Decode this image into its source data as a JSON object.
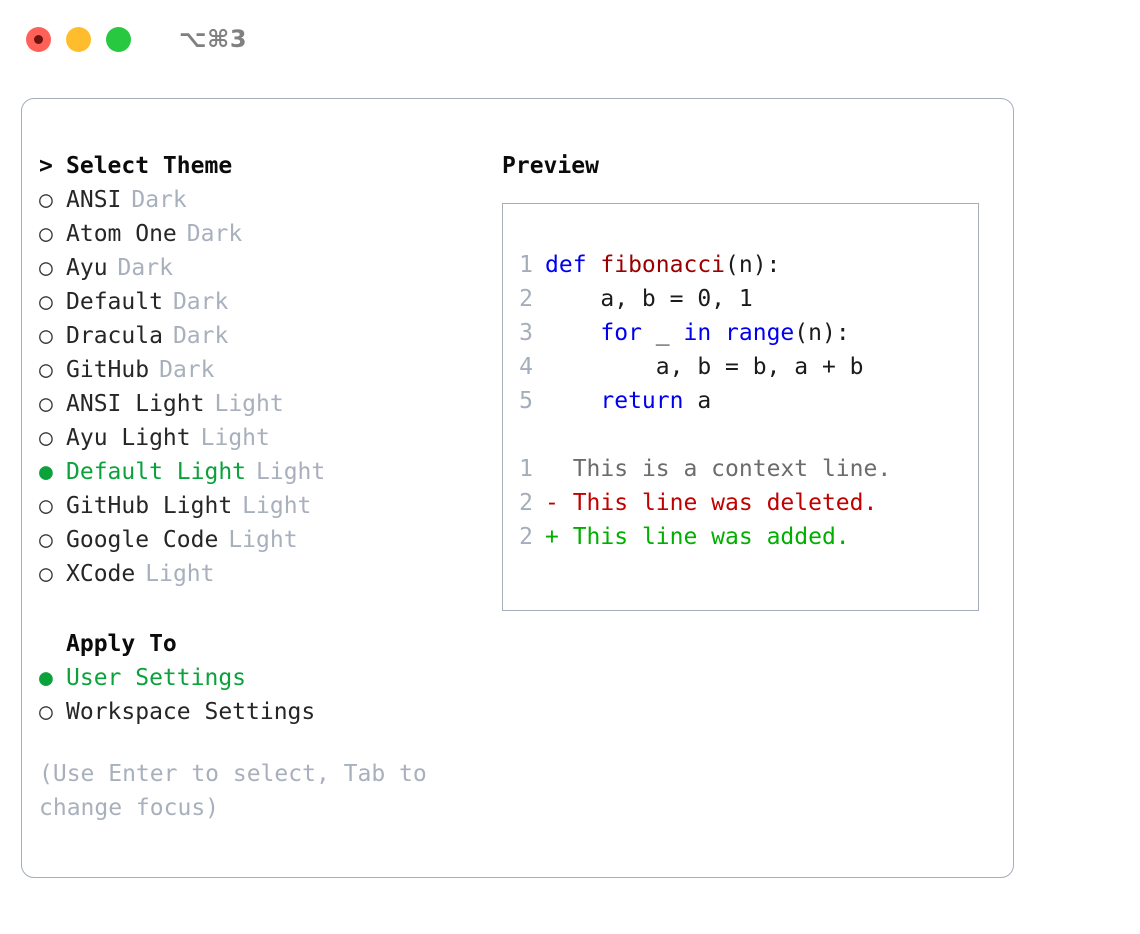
{
  "titlebar": {
    "shortcut": "⌥⌘3",
    "dots": [
      {
        "name": "close",
        "color": "#ff6159"
      },
      {
        "name": "minimize",
        "color": "#ffbd2e"
      },
      {
        "name": "maximize",
        "color": "#28c840"
      }
    ]
  },
  "theme_section": {
    "prefix": ">",
    "header": "Select Theme",
    "items": [
      {
        "bullet": "○",
        "name": "ANSI",
        "mode": "Dark",
        "selected": false
      },
      {
        "bullet": "○",
        "name": "Atom One",
        "mode": "Dark",
        "selected": false
      },
      {
        "bullet": "○",
        "name": "Ayu",
        "mode": "Dark",
        "selected": false
      },
      {
        "bullet": "○",
        "name": "Default",
        "mode": "Dark",
        "selected": false
      },
      {
        "bullet": "○",
        "name": "Dracula",
        "mode": "Dark",
        "selected": false
      },
      {
        "bullet": "○",
        "name": "GitHub",
        "mode": "Dark",
        "selected": false
      },
      {
        "bullet": "○",
        "name": "ANSI Light",
        "mode": "Light",
        "selected": false
      },
      {
        "bullet": "○",
        "name": "Ayu Light",
        "mode": "Light",
        "selected": false
      },
      {
        "bullet": "●",
        "name": "Default Light",
        "mode": "Light",
        "selected": true
      },
      {
        "bullet": "○",
        "name": "GitHub Light",
        "mode": "Light",
        "selected": false
      },
      {
        "bullet": "○",
        "name": "Google Code",
        "mode": "Light",
        "selected": false
      },
      {
        "bullet": "○",
        "name": "XCode",
        "mode": "Light",
        "selected": false
      }
    ]
  },
  "apply_section": {
    "header": "Apply To",
    "items": [
      {
        "bullet": "●",
        "name": "User Settings",
        "selected": true
      },
      {
        "bullet": "○",
        "name": "Workspace Settings",
        "selected": false
      }
    ]
  },
  "hint": "(Use Enter to select, Tab to change focus)",
  "preview": {
    "title": "Preview",
    "code_lines": [
      {
        "num": "1",
        "segments": [
          {
            "text": "def ",
            "style": "kw"
          },
          {
            "text": "fibonacci",
            "style": "fn"
          },
          {
            "text": "(n):",
            "style": "plain"
          }
        ]
      },
      {
        "num": "2",
        "segments": [
          {
            "text": "    a, b = 0, 1",
            "style": "plain"
          }
        ]
      },
      {
        "num": "3",
        "segments": [
          {
            "text": "    ",
            "style": "plain"
          },
          {
            "text": "for",
            "style": "kw"
          },
          {
            "text": " _ ",
            "style": "plain"
          },
          {
            "text": "in",
            "style": "kw"
          },
          {
            "text": " ",
            "style": "plain"
          },
          {
            "text": "range",
            "style": "kw"
          },
          {
            "text": "(n):",
            "style": "plain"
          }
        ]
      },
      {
        "num": "4",
        "segments": [
          {
            "text": "        a, b = b, a + b",
            "style": "plain"
          }
        ]
      },
      {
        "num": "5",
        "segments": [
          {
            "text": "    ",
            "style": "plain"
          },
          {
            "text": "return",
            "style": "kw"
          },
          {
            "text": " a",
            "style": "plain"
          }
        ]
      }
    ],
    "diff_lines": [
      {
        "num": "1",
        "marker": "  ",
        "text": "This is a context line.",
        "style": "ctx"
      },
      {
        "num": "2",
        "marker": "- ",
        "text": "This line was deleted.",
        "style": "del"
      },
      {
        "num": "2",
        "marker": "+ ",
        "text": "This line was added.",
        "style": "add"
      }
    ]
  },
  "colors": {
    "accent_green": "#0ba23c",
    "muted": "#a8b0bd",
    "border": "#a4aebb",
    "keyword_blue": "#0000ee",
    "function_red": "#9b0000",
    "diff_delete": "#c10000",
    "diff_add": "#00b000",
    "text": "#262626"
  }
}
